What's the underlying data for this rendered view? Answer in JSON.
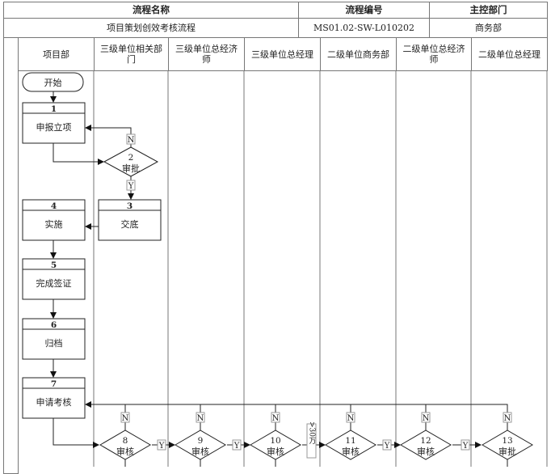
{
  "header": {
    "name_label": "流程名称",
    "code_label": "流程编号",
    "dept_label": "主控部门",
    "name_value": "项目策划创效考核流程",
    "code_value": "MS01.02-SW-L010202",
    "dept_value": "商务部"
  },
  "lanes": [
    {
      "title": "项目部"
    },
    {
      "title": "三级单位相关部门"
    },
    {
      "title": "三级单位总经济师"
    },
    {
      "title": "三级单位总经理"
    },
    {
      "title": "二级单位商务部"
    },
    {
      "title": "二级单位总经济师"
    },
    {
      "title": "二级单位总经理"
    }
  ],
  "nodes": {
    "start": "开始",
    "n1": {
      "num": "1",
      "label": "申报立项"
    },
    "n2": {
      "num": "2",
      "label": "审批"
    },
    "n3": {
      "num": "3",
      "label": "交底"
    },
    "n4": {
      "num": "4",
      "label": "实施"
    },
    "n5": {
      "num": "5",
      "label": "完成签证"
    },
    "n6": {
      "num": "6",
      "label": "归档"
    },
    "n7": {
      "num": "7",
      "label": "申请考核"
    },
    "d8": {
      "num": "8",
      "label": "审核"
    },
    "d9": {
      "num": "9",
      "label": "审核"
    },
    "d10": {
      "num": "10",
      "label": "审核"
    },
    "d11": {
      "num": "11",
      "label": "审核"
    },
    "d12": {
      "num": "12",
      "label": "审核"
    },
    "d13": {
      "num": "13",
      "label": "审批"
    }
  },
  "labels": {
    "yes": "Y",
    "no": "N",
    "over_30": ">30万"
  }
}
